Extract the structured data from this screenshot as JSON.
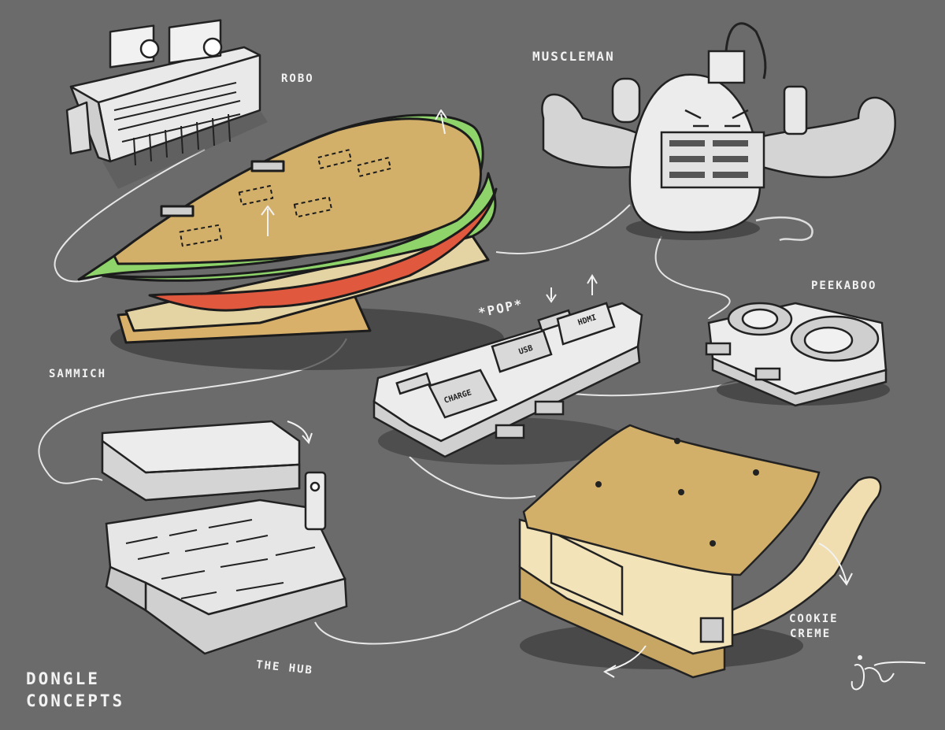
{
  "labels": {
    "robo": "ROBO",
    "muscleman": "MUSCLEMAN",
    "peekaboo": "PEEKABOO",
    "sammich": "SAMMICH",
    "pop": "*POP*",
    "the_hub": "THE HUB",
    "cookie_line1": "COOKIE",
    "cookie_line2": "CREME",
    "title_line1": "DONGLE",
    "title_line2": "CONCEPTS"
  },
  "ports": {
    "usb": "USB",
    "hdmi": "HDMI",
    "charge": "CHARGE"
  },
  "colors": {
    "background": "#6b6b6b",
    "bread": "#d3b06a",
    "lettuce": "#8ed46a",
    "tomato": "#e0593e",
    "device_white": "#efefef",
    "creme": "#f3e3b8"
  }
}
